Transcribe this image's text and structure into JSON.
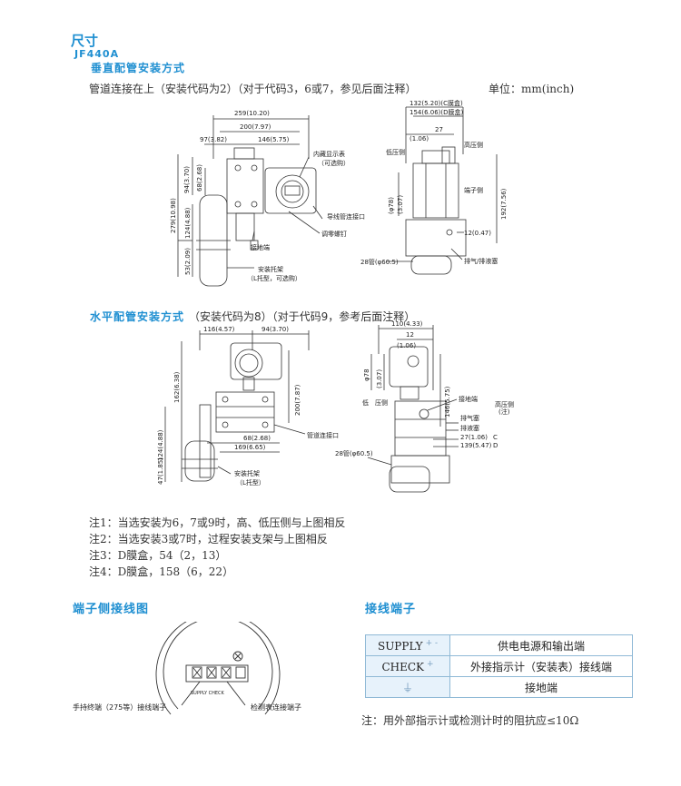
{
  "header": {
    "title": "尺寸",
    "model": "JF440A",
    "vertical_title": "垂直配管安装方式",
    "vertical_desc": "管道连接在上（安装代码为2）（对于代码3，6或7，参见后面注释）",
    "unit": "单位：mm(inch)"
  },
  "vertical_figure": {
    "dims": {
      "d259": "259(10.20)",
      "d200": "200(7.97)",
      "d97": "97(3.82)",
      "d146": "146(5.75)",
      "d94": "94(3.70)",
      "d68": "68(2.68)",
      "d279": "279(10.98)",
      "d124": "124(4.88)",
      "d53": "53(2.09)"
    },
    "labels": {
      "display": "内藏显示表",
      "optional": "（可选购）",
      "conduit": "导线管连接口",
      "zero": "调零螺钉",
      "ground": "接地端",
      "bracket": "安装托架",
      "bracket_type": "（L托型，可选购）"
    }
  },
  "side_figure": {
    "dims": {
      "d132": "132(5.20)(C膜盒)",
      "d154": "154(6.06)(D膜盒)",
      "d27": "27",
      "d106": "(1.06)",
      "d78": "(φ78)",
      "d307": "(3.07)",
      "d192": "192(7.56)",
      "d12": "12(0.47)",
      "pipe": "28管(φ60.5)"
    },
    "labels": {
      "low": "低压侧",
      "high": "高压侧",
      "terminal": "端子侧",
      "vent": "排气/排液塞"
    }
  },
  "horizontal_section": {
    "title": "水平配管安装方式",
    "desc": "（安装代码为8）（对于代码9，参考后面注释）",
    "dims": {
      "d116": "116(4.57)",
      "d94": "94(3.70)",
      "d162": "162(6.38)",
      "d200": "200(7.87)",
      "d124": "124(4.88)",
      "d47": "47(1.85)",
      "d68": "68(2.68)",
      "d169": "169(6.65)"
    },
    "labels": {
      "conduit": "管道连接口",
      "bracket": "安装托架",
      "bracket_type": "（L托型）"
    }
  },
  "horizontal_side": {
    "dims": {
      "d110": "110(4.33)",
      "d12": "12",
      "d106": "(1.06)",
      "d78": "φ78",
      "d307": "(3.07)",
      "d146": "146(5.75)",
      "d27": "27(1.06)",
      "d139": "139(5.47)",
      "pipe": "28管(φ60.5)"
    },
    "labels": {
      "ground": "接地端",
      "low": "低　压侧",
      "high": "高压侧",
      "note": "(注)",
      "vent": "排气塞",
      "drain": "排液塞",
      "c_box": "C",
      "d_box": "D"
    }
  },
  "notes": [
    "注1：当选安装为6，7或9时，高、低压侧与上图相反",
    "注2：当选安装3或7时，过程安装支架与上图相反",
    "注3：D膜盒，54（2，13）",
    "注4：D膜盒，158（6，22）"
  ],
  "wiring_section": {
    "title": "端子侧接线图",
    "left_label": "手持终端（275等）接线端子",
    "right_label": "检测表连接端子",
    "inner_label": "SUPPLY CHECK"
  },
  "terminal_section": {
    "title": "接线端子",
    "rows": [
      {
        "key": "SUPPLY",
        "sym": "+ -",
        "value": "供电电源和输出端"
      },
      {
        "key": "CHECK",
        "sym": "+",
        "value": "外接指示计（安装表）接线端"
      },
      {
        "key": "⏚",
        "sym": "",
        "value": "接地端"
      }
    ],
    "footnote": "注：用外部指示计或检测计时的阻抗应≤10Ω"
  },
  "colors": {
    "accent": "#1f8fd1",
    "table_border": "#8fb9d6",
    "table_key_bg": "#e7f2fb"
  }
}
